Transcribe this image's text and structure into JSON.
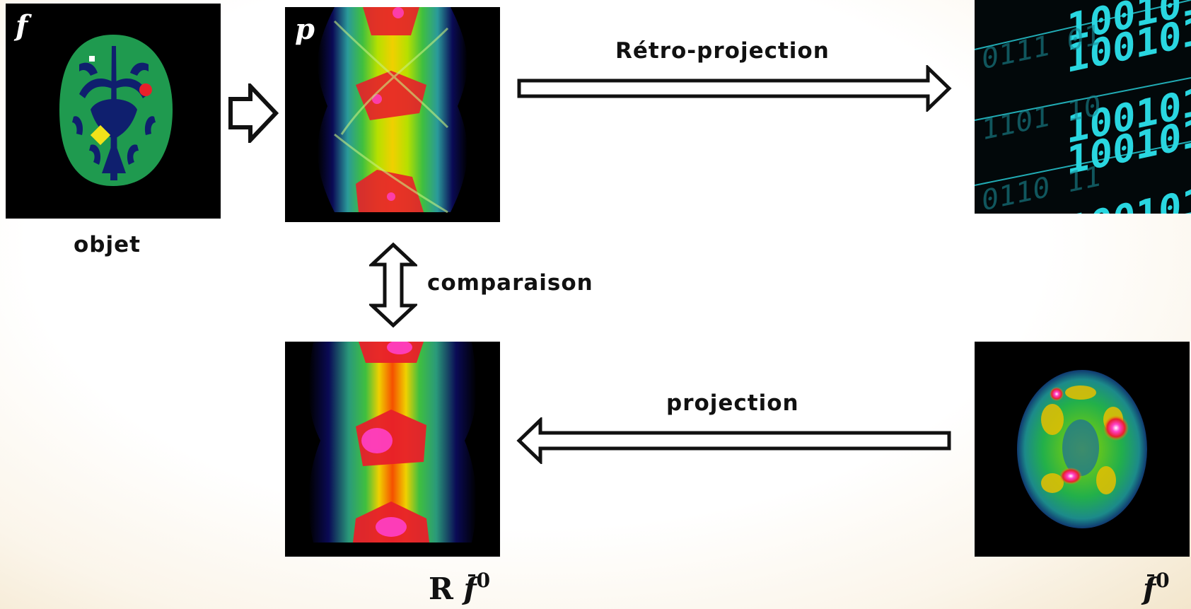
{
  "labels": {
    "object_symbol": "f",
    "sinogram_symbol": "p",
    "object_caption": "objet",
    "backprojection_label": "Rétro-projection",
    "comparison_label": "comparaison",
    "projection_label": "projection",
    "reprojected_prefix": "R",
    "estimate_symbol": "f",
    "estimate_superscript": "0"
  },
  "colors": {
    "arrow_stroke": "#111111",
    "arrow_fill": "#ffffff",
    "brain_gray_matter": "#1f9a4f",
    "brain_white_matter": "#0f1f6e",
    "hot_spot_red": "#e8202a",
    "hot_spot_yellow": "#f2e21a",
    "binary_cyan": "#29d6e0"
  },
  "icons": {
    "object_to_sinogram": "right-arrow-icon",
    "backprojection": "long-right-arrow-icon",
    "comparison": "up-down-arrow-icon",
    "projection": "long-left-arrow-icon"
  }
}
